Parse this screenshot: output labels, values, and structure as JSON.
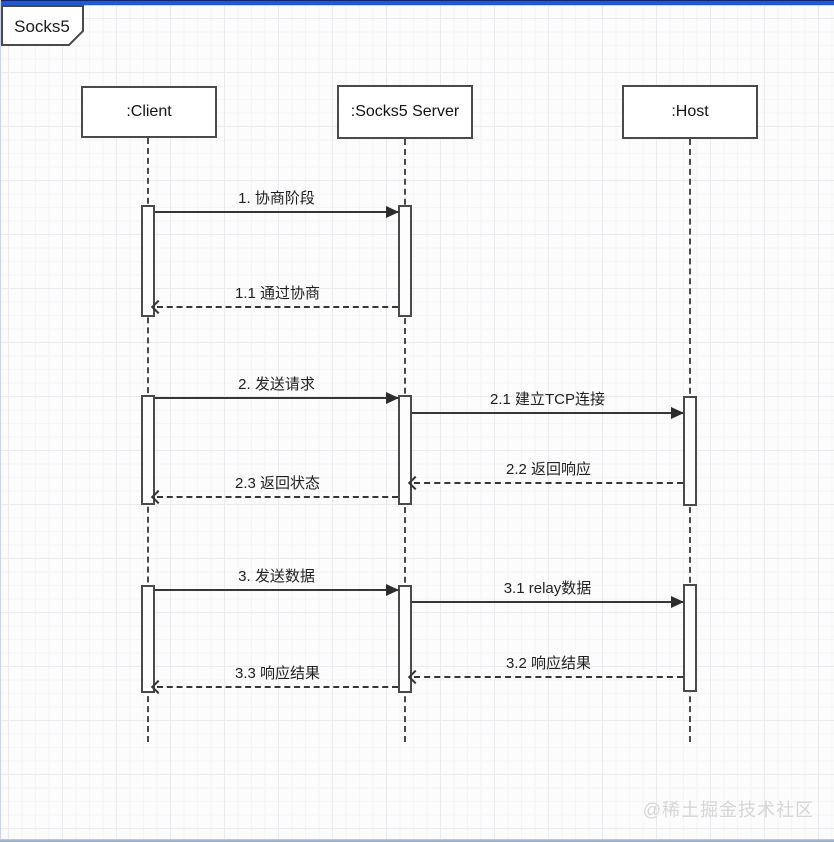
{
  "frame": {
    "label": "Socks5"
  },
  "actors": [
    {
      "id": "client",
      "name": ":Client"
    },
    {
      "id": "socks5-server",
      "name": ":Socks5 Server"
    },
    {
      "id": "host",
      "name": ":Host"
    }
  ],
  "messages": [
    {
      "label": "1. 协商阶段",
      "from": ":Client",
      "to": ":Socks5 Server",
      "style": "solid"
    },
    {
      "label": "1.1 通过协商",
      "from": ":Socks5 Server",
      "to": ":Client",
      "style": "dashed"
    },
    {
      "label": "2. 发送请求",
      "from": ":Client",
      "to": ":Socks5 Server",
      "style": "solid"
    },
    {
      "label": "2.1 建立TCP连接",
      "from": ":Socks5 Server",
      "to": ":Host",
      "style": "solid"
    },
    {
      "label": "2.2 返回响应",
      "from": ":Host",
      "to": ":Socks5 Server",
      "style": "dashed"
    },
    {
      "label": "2.3 返回状态",
      "from": ":Socks5 Server",
      "to": ":Client",
      "style": "dashed"
    },
    {
      "label": "3. 发送数据",
      "from": ":Client",
      "to": ":Socks5 Server",
      "style": "solid"
    },
    {
      "label": "3.1 relay数据",
      "from": ":Socks5 Server",
      "to": ":Host",
      "style": "solid"
    },
    {
      "label": "3.2 响应结果",
      "from": ":Host",
      "to": ":Socks5 Server",
      "style": "dashed"
    },
    {
      "label": "3.3 响应结果",
      "from": ":Socks5 Server",
      "to": ":Client",
      "style": "dashed"
    }
  ],
  "watermark": "@稀土掘金技术社区",
  "colors": {
    "top_bar": "#1d5ad3",
    "top_bar_edge": "#0a2a6a",
    "shape_border": "#4a4a4a",
    "arrow": "#363636",
    "background": "#fcfcfc",
    "watermark": "#d6d6d6"
  }
}
